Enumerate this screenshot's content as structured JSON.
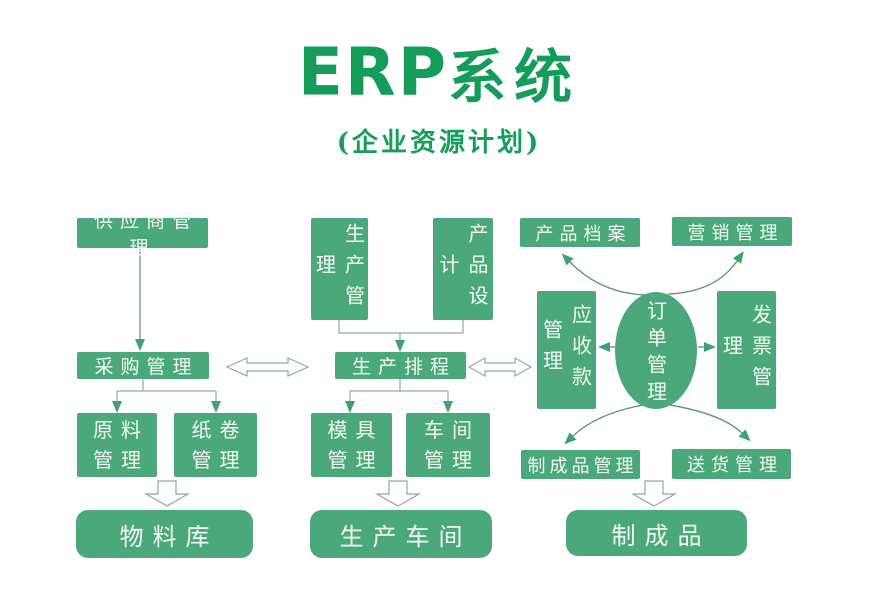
{
  "header": {
    "title_en": "ERP",
    "title_zh": "系统",
    "subtitle": "(企业资源计划)"
  },
  "colors": {
    "box_green": "#4ba87a",
    "title_green": "#149c5b",
    "line_gray_green": "#7fa795",
    "arrowhead_green": "#3fa173",
    "text_white": "#f5faf7"
  },
  "nodes": {
    "supplier_mgmt": {
      "label": "供应商管理"
    },
    "purchase_mgmt": {
      "label": "采购管理"
    },
    "raw_material_mgmt": {
      "lines": [
        "原料",
        "管理"
      ]
    },
    "paper_roll_mgmt": {
      "lines": [
        "纸卷",
        "管理"
      ]
    },
    "material_warehouse": {
      "label": "物料库"
    },
    "production_mgmt": {
      "label": "生产管理"
    },
    "product_design": {
      "label": "产品设计"
    },
    "production_scheduling": {
      "label": "生产排程"
    },
    "mold_mgmt": {
      "lines": [
        "模具",
        "管理"
      ]
    },
    "workshop_mgmt": {
      "lines": [
        "车间",
        "管理"
      ]
    },
    "production_workshop": {
      "label": "生产车间"
    },
    "product_archive": {
      "label": "产品档案"
    },
    "marketing_mgmt": {
      "label": "营销管理"
    },
    "receivables_mgmt": {
      "label": "应收款管理"
    },
    "order_mgmt": {
      "label": "订单管理"
    },
    "invoice_mgmt": {
      "label": "发票管理"
    },
    "finished_product_mgmt": {
      "label": "制成品管理"
    },
    "delivery_mgmt": {
      "label": "送货管理"
    },
    "finished_product": {
      "label": "制成品"
    }
  }
}
